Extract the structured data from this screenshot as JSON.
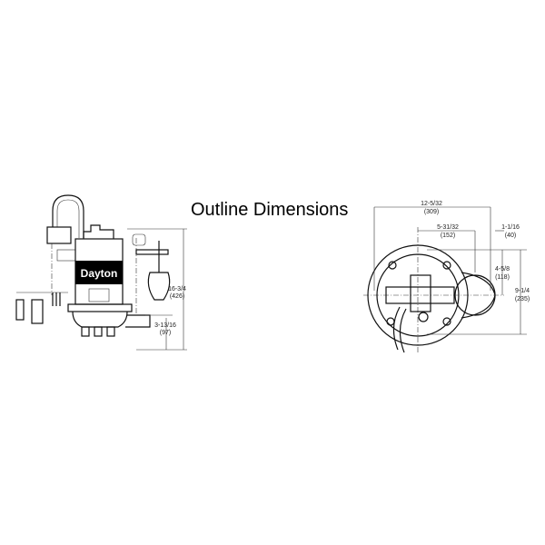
{
  "title": "Outline Dimensions",
  "side_view": {
    "brand_label": "Dayton",
    "height_dim": {
      "inch": "16-3/4",
      "mm": "(426)"
    },
    "base_dim": {
      "inch": "3-13/16",
      "mm": "(97)"
    }
  },
  "top_view": {
    "overall_width": {
      "inch": "12-5/32",
      "mm": "(309)"
    },
    "center_to_discharge": {
      "inch": "5-31/32",
      "mm": "(152)"
    },
    "discharge_offset": {
      "inch": "1-1/16",
      "mm": "(40)"
    },
    "center_height": {
      "inch": "4-5/8",
      "mm": "(118)"
    },
    "overall_depth": {
      "inch": "9-1/4",
      "mm": "(235)"
    }
  }
}
